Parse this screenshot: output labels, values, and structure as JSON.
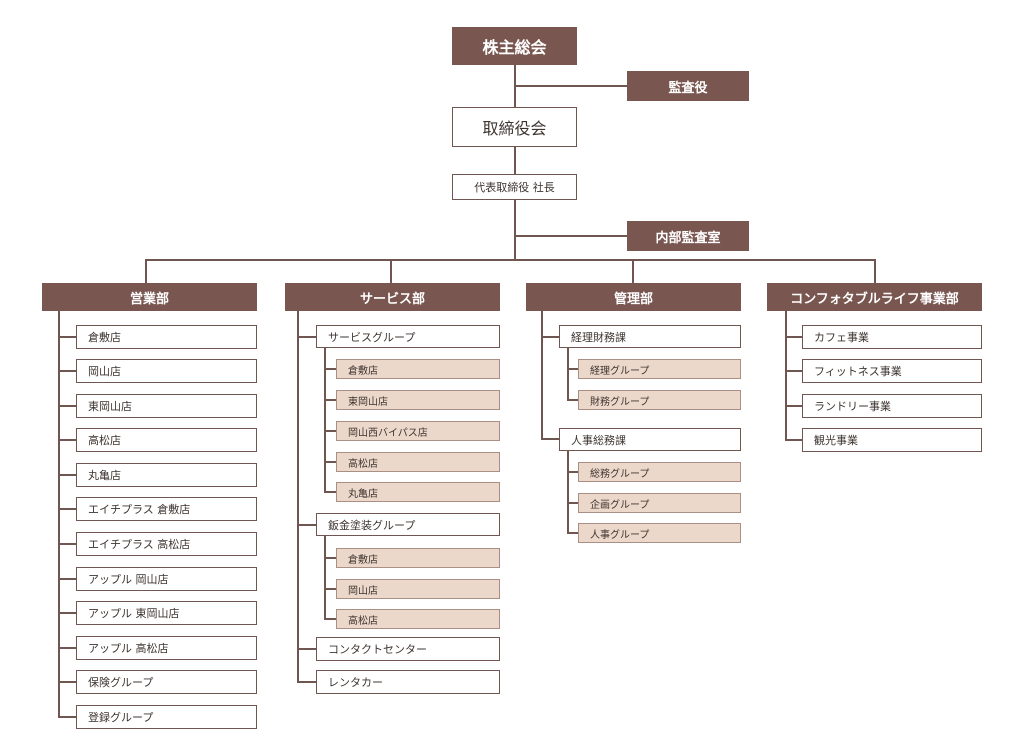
{
  "top": {
    "shareholders": "株主総会",
    "auditor": "監査役",
    "board": "取締役会",
    "president": "代表取締役 社長",
    "internal_audit": "内部監査室"
  },
  "departments": {
    "sales": {
      "name": "営業部",
      "items": [
        "倉敷店",
        "岡山店",
        "東岡山店",
        "高松店",
        "丸亀店",
        "エイチプラス 倉敷店",
        "エイチプラス 高松店",
        "アップル 岡山店",
        "アップル 東岡山店",
        "アップル 高松店",
        "保険グループ",
        "登録グループ"
      ]
    },
    "service": {
      "name": "サービス部",
      "groups": [
        {
          "name": "サービスグループ",
          "items": [
            "倉敷店",
            "東岡山店",
            "岡山西バイパス店",
            "高松店",
            "丸亀店"
          ]
        },
        {
          "name": "鈑金塗装グループ",
          "items": [
            "倉敷店",
            "岡山店",
            "高松店"
          ]
        },
        {
          "name": "コンタクトセンター",
          "items": []
        },
        {
          "name": "レンタカー",
          "items": []
        }
      ]
    },
    "admin": {
      "name": "管理部",
      "groups": [
        {
          "name": "経理財務課",
          "items": [
            "経理グループ",
            "財務グループ"
          ]
        },
        {
          "name": "人事総務課",
          "items": [
            "総務グループ",
            "企画グループ",
            "人事グループ"
          ]
        }
      ]
    },
    "comfortable": {
      "name": "コンフォタブルライフ事業部",
      "items": [
        "カフェ事業",
        "フィットネス事業",
        "ランドリー事業",
        "観光事業"
      ]
    }
  },
  "colors": {
    "dark_box": "#7a5650",
    "pink_box": "#ecd8ca",
    "line": "#6f5650"
  }
}
